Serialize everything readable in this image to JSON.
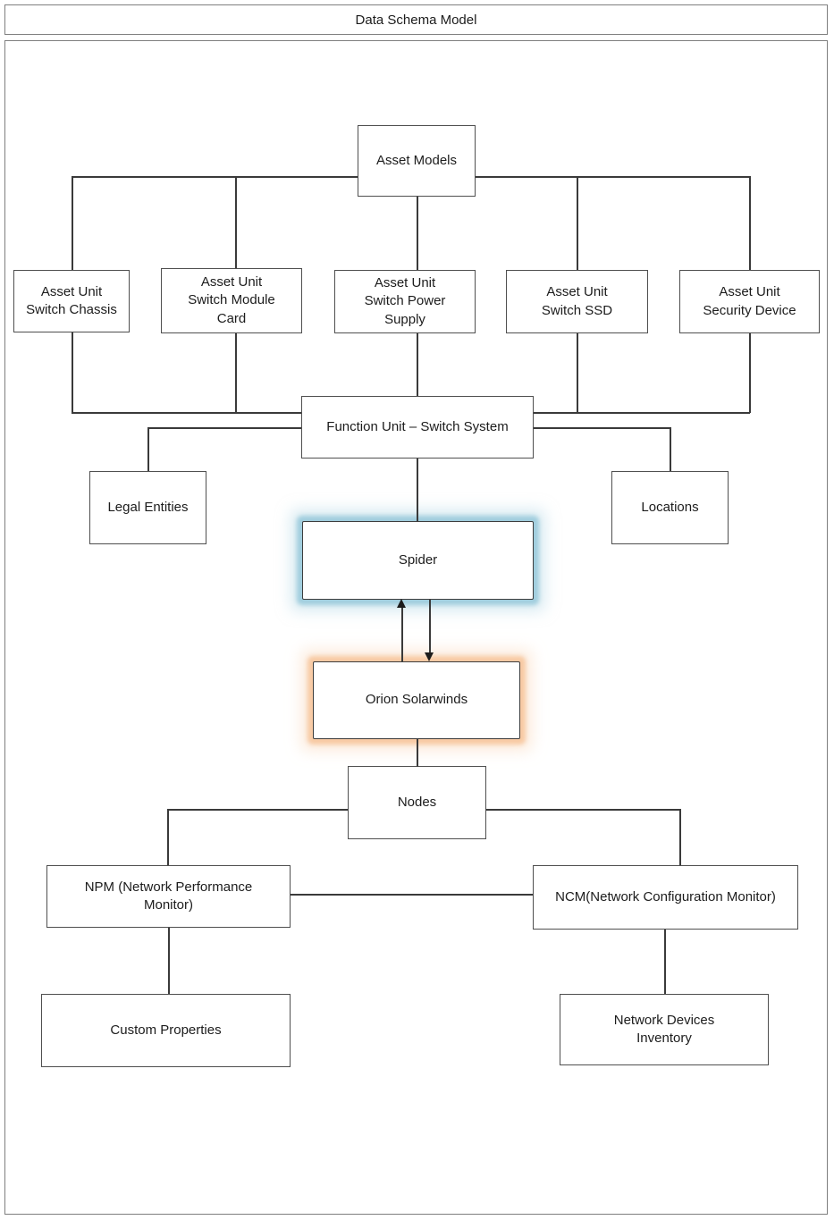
{
  "title": "Data Schema Model",
  "colors": {
    "node_border": "#4f4f4f",
    "connector_line": "#3a3a3a",
    "frame_border": "#7f7f7f",
    "spider_glow": "#a9d4e3",
    "orion_glow": "#f7c79d"
  },
  "nodes": {
    "asset_models": {
      "label": "Asset Models"
    },
    "asset_unit_switch_chassis": {
      "label": "Asset Unit Switch Chassis"
    },
    "asset_unit_switch_module_card": {
      "label": "Asset Unit Switch Module Card"
    },
    "asset_unit_switch_power_supply": {
      "label": "Asset Unit Switch Power Supply"
    },
    "asset_unit_switch_ssd": {
      "label": "Asset Unit Switch SSD"
    },
    "asset_unit_security_device": {
      "label": "Asset Unit Security Device"
    },
    "function_unit_switch_system": {
      "label": "Function Unit – Switch System"
    },
    "legal_entities": {
      "label": "Legal Entities"
    },
    "locations": {
      "label": "Locations"
    },
    "spider": {
      "label": "Spider",
      "highlight": "blue-glow"
    },
    "orion_solarwinds": {
      "label": "Orion Solarwinds",
      "highlight": "orange-glow"
    },
    "nodes": {
      "label": "Nodes"
    },
    "npm": {
      "label": "NPM (Network Performance Monitor)"
    },
    "ncm": {
      "label": "NCM(Network Configuration Monitor)"
    },
    "custom_properties": {
      "label": "Custom Properties"
    },
    "network_devices_inventory": {
      "label": "Network Devices Inventory"
    }
  },
  "edges": [
    {
      "from": "Asset Models",
      "to": "Asset Unit Switch Chassis",
      "arrow": "none"
    },
    {
      "from": "Asset Models",
      "to": "Asset Unit Switch Module Card",
      "arrow": "none"
    },
    {
      "from": "Asset Models",
      "to": "Asset Unit Switch Power Supply",
      "arrow": "none"
    },
    {
      "from": "Asset Models",
      "to": "Asset Unit Switch SSD",
      "arrow": "none"
    },
    {
      "from": "Asset Models",
      "to": "Asset Unit Security Device",
      "arrow": "none"
    },
    {
      "from": "Asset Unit Switch Chassis",
      "to": "Function Unit – Switch System",
      "arrow": "none"
    },
    {
      "from": "Asset Unit Switch Module Card",
      "to": "Function Unit – Switch System",
      "arrow": "none"
    },
    {
      "from": "Asset Unit Switch Power Supply",
      "to": "Function Unit – Switch System",
      "arrow": "none"
    },
    {
      "from": "Asset Unit Switch SSD",
      "to": "Function Unit – Switch System",
      "arrow": "none"
    },
    {
      "from": "Asset Unit Security Device",
      "to": "Function Unit – Switch System",
      "arrow": "none"
    },
    {
      "from": "Function Unit – Switch System",
      "to": "Legal Entities",
      "arrow": "none"
    },
    {
      "from": "Function Unit – Switch System",
      "to": "Locations",
      "arrow": "none"
    },
    {
      "from": "Function Unit – Switch System",
      "to": "Spider",
      "arrow": "none"
    },
    {
      "from": "Orion Solarwinds",
      "to": "Spider",
      "arrow": "to"
    },
    {
      "from": "Spider",
      "to": "Orion Solarwinds",
      "arrow": "to"
    },
    {
      "from": "Orion Solarwinds",
      "to": "Nodes",
      "arrow": "none"
    },
    {
      "from": "Nodes",
      "to": "NPM (Network Performance Monitor)",
      "arrow": "none"
    },
    {
      "from": "Nodes",
      "to": "NCM(Network Configuration Monitor)",
      "arrow": "none"
    },
    {
      "from": "NPM (Network Performance Monitor)",
      "to": "NCM(Network Configuration Monitor)",
      "arrow": "none"
    },
    {
      "from": "NPM (Network Performance Monitor)",
      "to": "Custom Properties",
      "arrow": "none"
    },
    {
      "from": "NCM(Network Configuration Monitor)",
      "to": "Network Devices Inventory",
      "arrow": "none"
    }
  ]
}
